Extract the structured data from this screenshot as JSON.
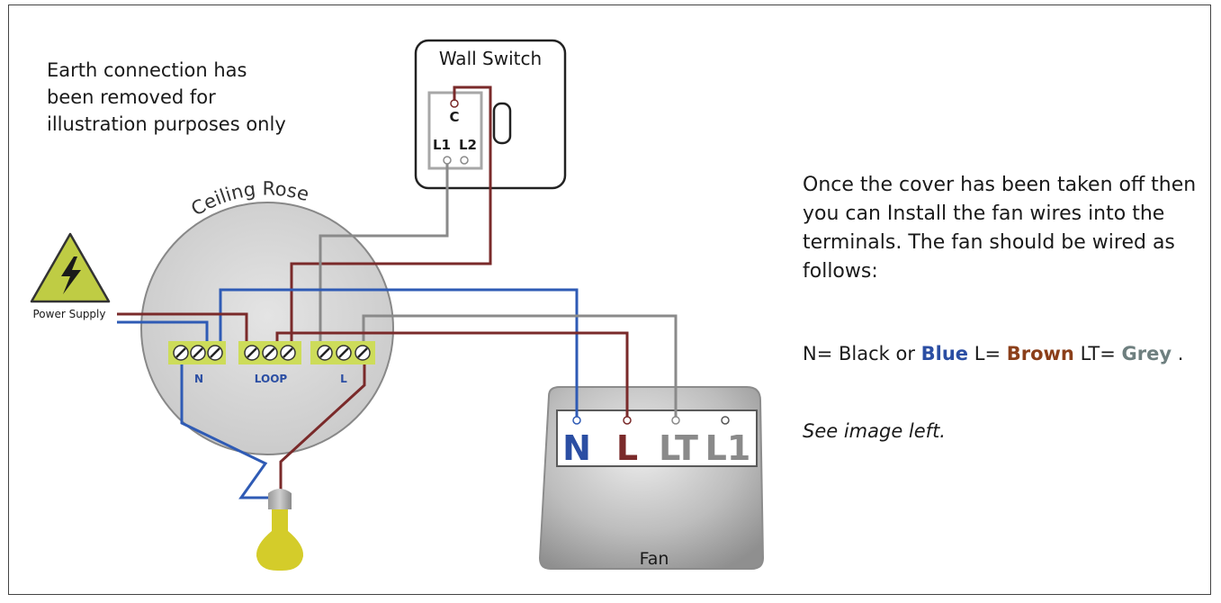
{
  "notes": {
    "earth": "Earth connection has\nbeen removed for\nillustration purposes only",
    "install": "Once the cover has been taken off then you can Install the fan wires into the terminals. The fan should be wired as follows:",
    "wiring": {
      "n_prefix": "N= Black or",
      "n_color": "Blue",
      "l_prefix": "L=",
      "l_color": "Brown",
      "lt_prefix": "LT=",
      "lt_color": "Grey",
      "suffix": "."
    },
    "see_image": "See image left."
  },
  "wall_switch": {
    "title": "Wall Switch",
    "terminal_c": "C",
    "terminal_l1": "L1",
    "terminal_l2": "L2"
  },
  "ceiling_rose": {
    "title": "Ceiling Rose",
    "label_n": "N",
    "label_loop": "LOOP",
    "label_l": "L"
  },
  "power_supply": {
    "label": "Power Supply"
  },
  "fan": {
    "title": "Fan",
    "terminal_n": "N",
    "terminal_l": "L",
    "terminal_lt": "LT",
    "terminal_l1": "L1"
  },
  "colors": {
    "blue_wire": "#2f5bb5",
    "brown_wire": "#7a2a2a",
    "grey_wire": "#8a8a8a",
    "terminal_green": "#cddc5a",
    "rose_grey": "#d0d0d0",
    "bulb_yellow": "#d4cc2a"
  }
}
